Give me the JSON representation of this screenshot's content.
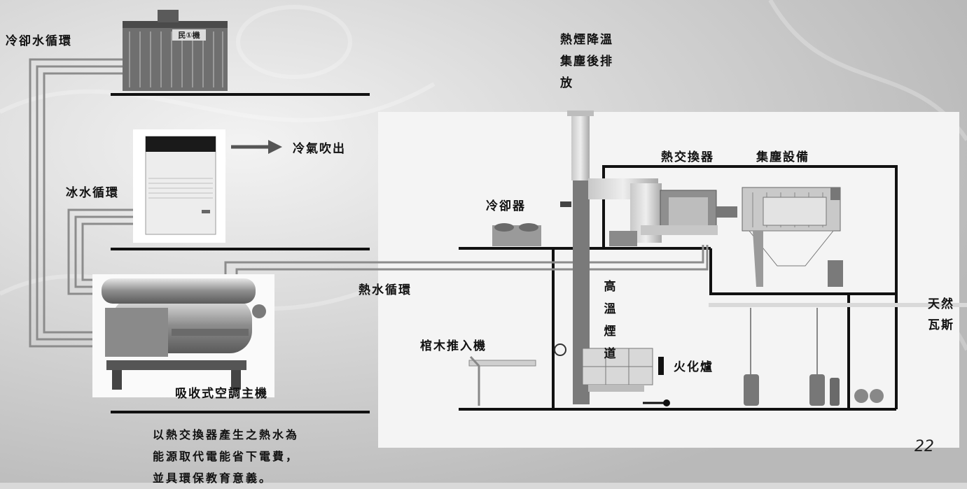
{
  "labels": {
    "cooling_water_loop": "冷卻水循環",
    "flue_gas_exhaust_l1": "熱煙降溫",
    "flue_gas_exhaust_l2": "集塵後排",
    "flue_gas_exhaust_l3": "放",
    "cold_air_out": "冷氣吹出",
    "heat_exchanger": "熱交換器",
    "dust_collector": "集塵設備",
    "chilled_water_loop": "冰水循環",
    "cooler": "冷卻器",
    "natural_gas_l1": "天然",
    "natural_gas_l2": "瓦斯",
    "hot_water_loop": "熱水循環",
    "high_temp_flue_chars": [
      "高",
      "溫",
      "煙",
      "道"
    ],
    "coffin_loader": "棺木推入機",
    "cremator": "火化爐",
    "absorption_chiller": "吸收式空調主機"
  },
  "note": {
    "lines": [
      "以熱交換器產生之熱水為",
      "能源取代電能省下電費，",
      "並具環保教育意義。"
    ]
  },
  "cooling_tower_sign": "民①機",
  "page_number": "22",
  "colors": {
    "pipe": "#9a9a9a",
    "wall": "#111111",
    "panel": "#f4f4f4"
  }
}
